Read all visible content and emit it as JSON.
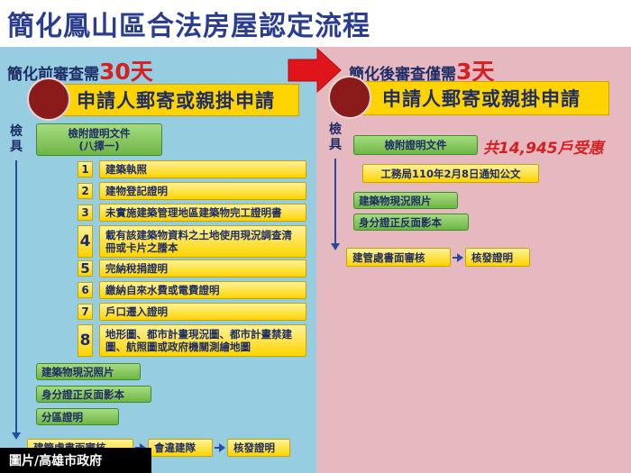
{
  "title": "簡化鳳山區合法房屋認定流程",
  "left": {
    "subtitle_text": "簡化前審查需",
    "subtitle_days": "30天",
    "apply": "申請人郵寄或親掛申請",
    "check_label": "檢具",
    "docs_header_line1": "檢附證明文件",
    "docs_header_line2": "(八擇一)",
    "options": [
      {
        "num": "1",
        "text": "建築執照"
      },
      {
        "num": "2",
        "text": "建物登記證明"
      },
      {
        "num": "3",
        "text": "未實施建築管理地區建築物完工證明書"
      },
      {
        "num": "4",
        "text": "載有該建築物資料之土地使用現況調查清冊或卡片之謄本"
      },
      {
        "num": "5",
        "text": "完納稅捐證明"
      },
      {
        "num": "6",
        "text": "繳納自來水費或電費證明"
      },
      {
        "num": "7",
        "text": "戶口遷入證明"
      },
      {
        "num": "8",
        "text": "地形圖、都市計畫現況圖、都市計畫禁建圖、航照圖或政府機關測繪地圖"
      }
    ],
    "extras": [
      "建築物現況照片",
      "身分證正反面影本",
      "分區證明"
    ],
    "flow": [
      "建管處書面審核",
      "會違建隊",
      "核發證明"
    ]
  },
  "right": {
    "subtitle_text": "簡化後審查僅需",
    "subtitle_days": "3天",
    "apply": "申請人郵寄或親掛申請",
    "check_label": "檢具",
    "docs": "檢附證明文件",
    "households": "共14,945戶受惠",
    "notice": "工務局110年2月8日通知公文",
    "extras": [
      "建築物現況照片",
      "身分證正反面影本"
    ],
    "flow": [
      "建管處書面審核",
      "核發證明"
    ]
  },
  "caption": "圖片/高雄市政府",
  "colors": {
    "title": "#2a3d8f",
    "left_panel": "#96cde0",
    "right_panel": "#e6b8bf",
    "highlight_red": "#d42020",
    "yellow": "#ffd300",
    "green": "#7cc153",
    "arrow_red": "#e0141b"
  },
  "icons": {
    "transition_arrow": "red-right-arrow",
    "bullet": "dark-red-circle"
  }
}
